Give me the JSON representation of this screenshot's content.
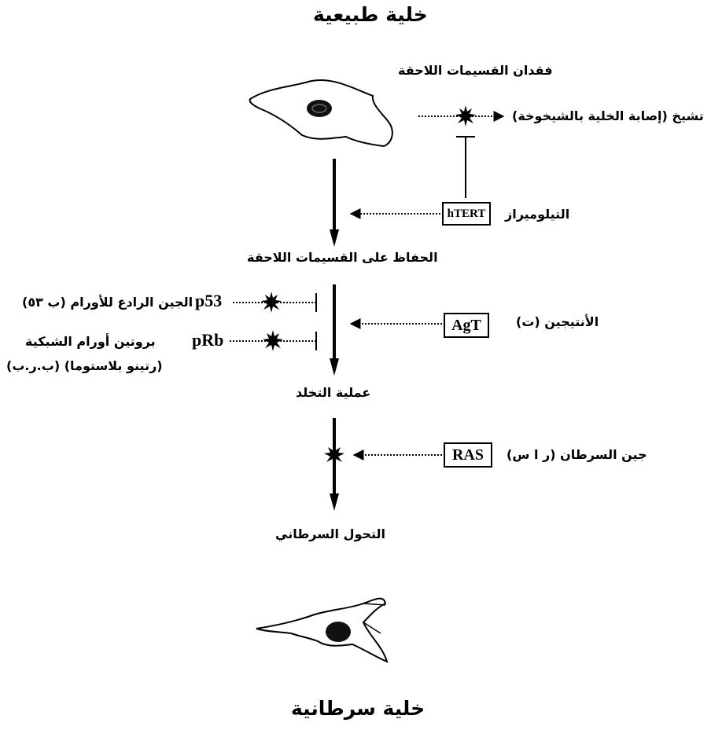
{
  "titles": {
    "normal_cell": "خلية طبيعية",
    "cancer_cell": "خلية سرطانية"
  },
  "labels": {
    "telomere_loss": "فقدان القسيمات اللاحقة",
    "senescence": "تشيخ (إصابة الخلية بالشيخوخة)",
    "telomerase": "التيلوميراز",
    "telomere_maintenance": "الحفاظ على القسيمات اللاحقة",
    "p53_desc": "الجين الرادع للأورام (ب ٥٣)",
    "prb_desc_line1": "بروتين أورام الشبكية",
    "prb_desc_line2": "(رتينو بلاستوما) (ب.ر.ب)",
    "antigen": "الأنتيجين (ت)",
    "immortalization": "عملية التخلد",
    "ras_desc": "جين السرطان (ر ا س)",
    "transformation": "التحول السرطاني"
  },
  "genes": {
    "p53": "p53",
    "prb": "pRb"
  },
  "boxes": {
    "htert": "hTERT",
    "agt": "AgT",
    "ras": "RAS"
  }
}
